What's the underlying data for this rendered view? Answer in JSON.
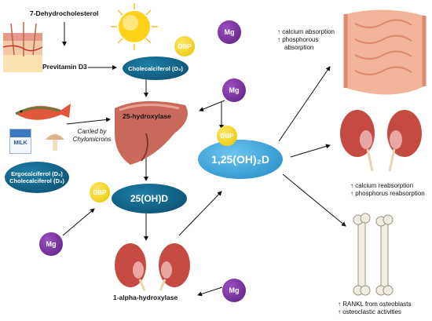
{
  "labels": {
    "dehydro": "7-Dehydrocholesterol",
    "previtamin": "Previtamin D3",
    "hydroxylase25": "25-hydroxylase",
    "carried": "Carried by Chylomicrons",
    "alpha_hydroxylase": "1-alpha-hydroxylase",
    "milk": "MILK"
  },
  "nodes": {
    "cholecalciferol": "Cholecalciferol (D₃)",
    "ergo_line1": "Ergocalciferol (D₂)",
    "ergo_line2": "Cholecalciferol (D₃)",
    "ohd25": "25(OH)D",
    "calcitriol": "1,25(OH)₂D"
  },
  "badges": {
    "dbp": "DBP",
    "mg": "Mg"
  },
  "effects": {
    "intestine_line1": "↑ calcium absorption",
    "intestine_line2": "↑ phosphorous",
    "intestine_line3": "absorption",
    "kidney_line1": "↑ calcium reabsorption",
    "kidney_line2": "↑ phosphorus reabsorption",
    "bone_line1": "↑ RANKL from osteoblasts",
    "bone_line2": "↑ osteoclastic activities"
  },
  "colors": {
    "ellipse": "#0b4a6c",
    "dbp": "#e7c400",
    "mg": "#6b2a8f"
  }
}
